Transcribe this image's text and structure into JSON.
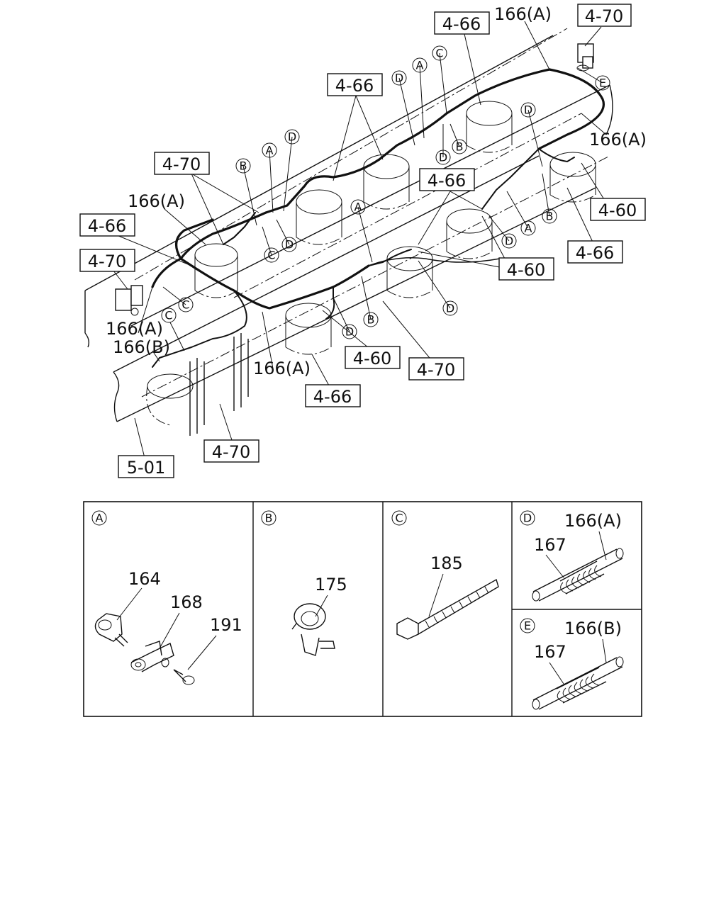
{
  "diagram": {
    "main_view": {
      "ref_boxes": {
        "r_4_70_top": "4-70",
        "r_4_66_top": "4-66",
        "r_4_66_mid": "4-66",
        "r_4_70_left": "4-70",
        "r_4_66_left": "4-66",
        "r_4_70_leftlow": "4-70",
        "r_4_66_center": "4-66",
        "r_4_60_right": "4-60",
        "r_4_66_right": "4-66",
        "r_4_60_center": "4-60",
        "r_4_60_low": "4-60",
        "r_4_70_low": "4-70",
        "r_4_66_low": "4-66",
        "r_4_70_bottom": "4-70",
        "r_5_01": "5-01"
      },
      "part_labels": {
        "p_166a_top": "166(A)",
        "p_166a_right": "166(A)",
        "p_166a_left": "166(A)",
        "p_166a_leftlow": "166(A)",
        "p_166b_left": "166(B)",
        "p_166a_center": "166(A)"
      },
      "callout_letters": [
        "A",
        "B",
        "C",
        "D",
        "E"
      ]
    },
    "detail_panels": {
      "A": {
        "letter": "A",
        "parts": [
          "164",
          "168",
          "191"
        ]
      },
      "B": {
        "letter": "B",
        "parts": [
          "175"
        ]
      },
      "C": {
        "letter": "C",
        "parts": [
          "185"
        ]
      },
      "D": {
        "letter": "D",
        "parts": [
          "166(A)",
          "167"
        ]
      },
      "E": {
        "letter": "E",
        "parts": [
          "166(B)",
          "167"
        ]
      }
    }
  }
}
